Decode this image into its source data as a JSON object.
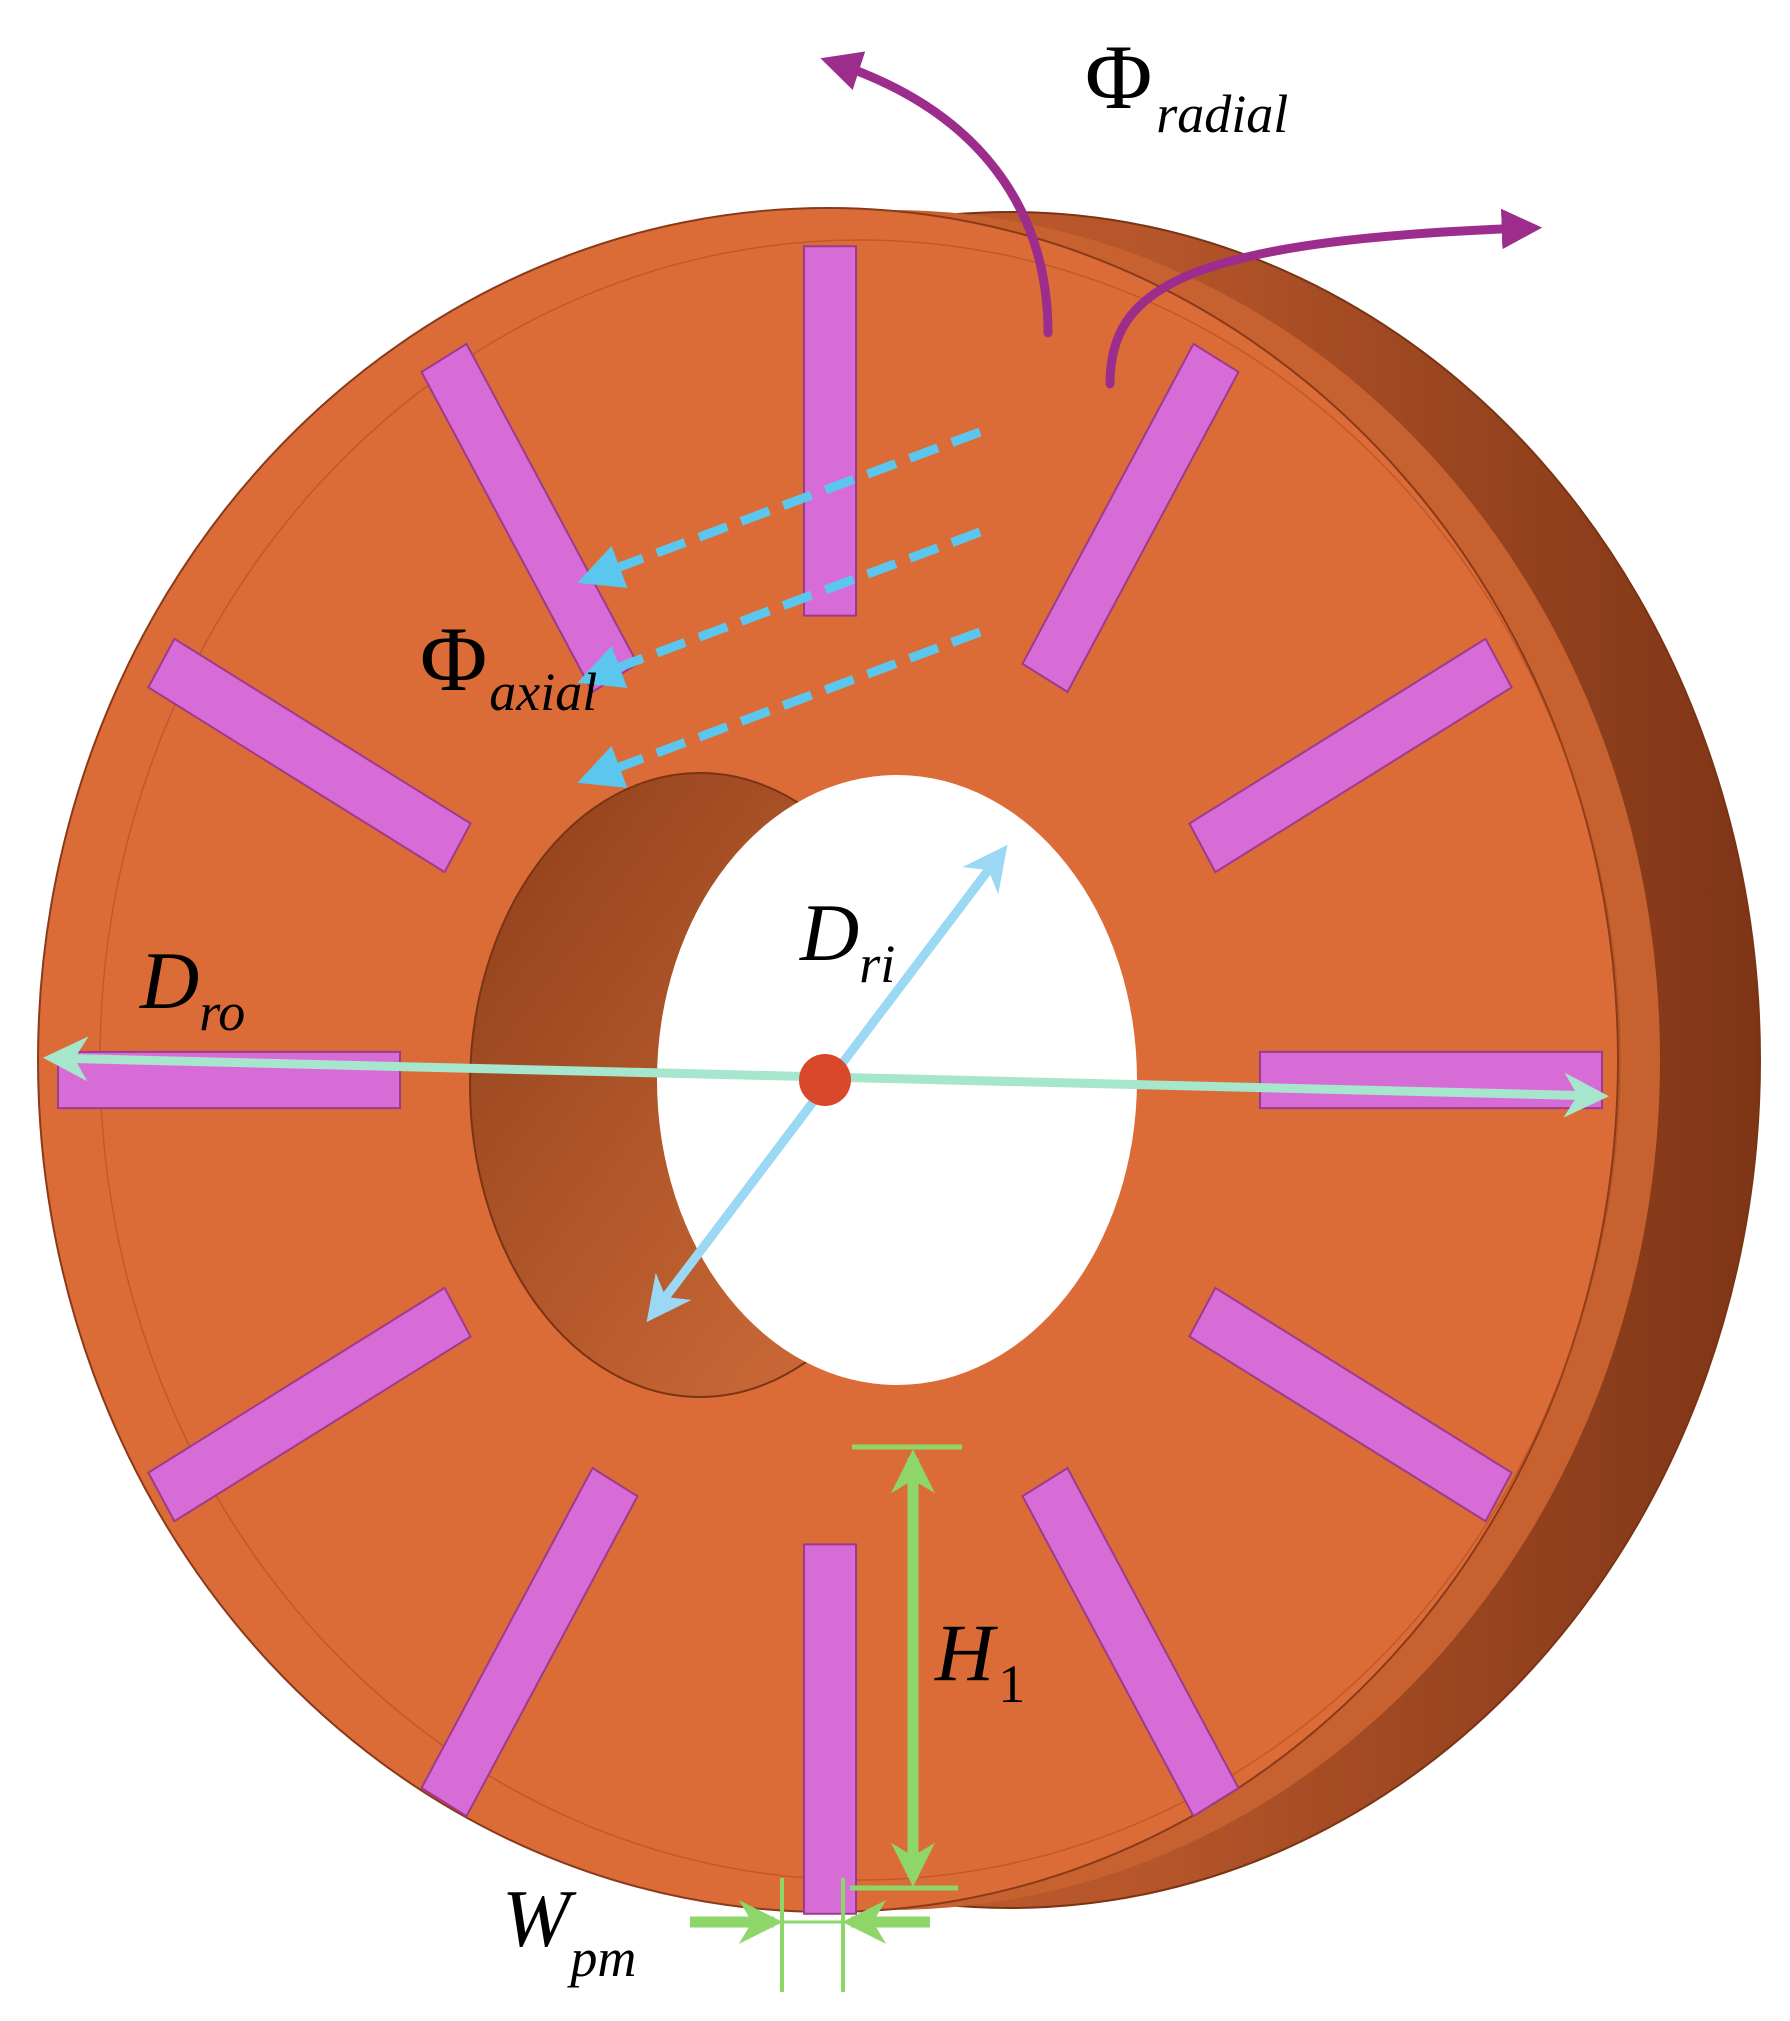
{
  "labels": {
    "phi_radial": {
      "symbol": "Φ",
      "sub": "radial"
    },
    "phi_axial": {
      "symbol": "Φ",
      "sub": "axial"
    },
    "d_ro": {
      "main": "D",
      "sub": "ro"
    },
    "d_ri": {
      "main": "D",
      "sub": "ri"
    },
    "h1": {
      "main": "H",
      "sub": "1"
    },
    "w_pm": {
      "main": "W",
      "sub": "pm"
    }
  },
  "magnet_count": 12,
  "colors": {
    "rotor_face": "#dc6c37",
    "rotor_side": "#c35e2e",
    "rotor_side_dark": "#8a3a1a",
    "bore_inner": "#a54d24",
    "magnet": "#d86cd6",
    "radial_flux_arrow": "#9c2d8c",
    "axial_flux_arrow": "#5cc7ee",
    "outer_diameter_line": "#a6e6cc",
    "inner_diameter_line": "#9ad8f4",
    "dimension_green": "#8ed66a",
    "center_dot": "#d9482a"
  }
}
